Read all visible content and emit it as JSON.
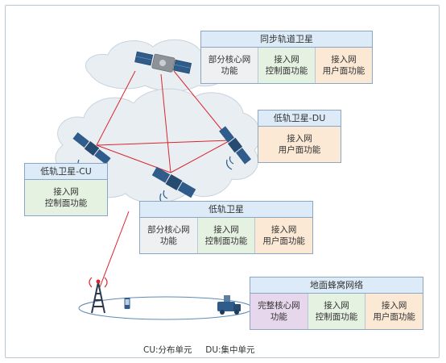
{
  "colors": {
    "frame": "#b9c6d3",
    "cloud": "#e9eef3",
    "link": "#d9262e",
    "header": "#dcebf7",
    "core_grey": "#eef0f1",
    "control_green": "#e5f1e1",
    "user_orange": "#fbe9d6",
    "core_purple": "#e7d7ec",
    "satellite_blue": "#2f5c8a"
  },
  "panels": {
    "geo": {
      "title": "同步轨道卫星",
      "cells": [
        "部分核心网\n功能",
        "接入网\n控制面功能",
        "接入网\n用户面功能"
      ]
    },
    "du": {
      "title": "低轨卫星-DU",
      "cells": [
        "接入网\n用户面功能"
      ]
    },
    "cu": {
      "title": "低轨卫星-CU",
      "cells": [
        "接入网\n控制面功能"
      ]
    },
    "leo": {
      "title": "低轨卫星",
      "cells": [
        "部分核心网\n功能",
        "接入网\n控制面功能",
        "接入网\n用户面功能"
      ]
    },
    "ground": {
      "title": "地面蜂窝网络",
      "cells": [
        "完整核心网\n功能",
        "接入网\n控制面功能",
        "接入网\n用户面功能"
      ]
    }
  },
  "footnote": "CU:分布单元     DU:集中单元",
  "icons": {
    "geo": "satellite-icon",
    "leo": "satellite-icon",
    "tower": "cell-tower-icon",
    "phone": "handset-icon",
    "vehicle": "vehicle-icon"
  }
}
